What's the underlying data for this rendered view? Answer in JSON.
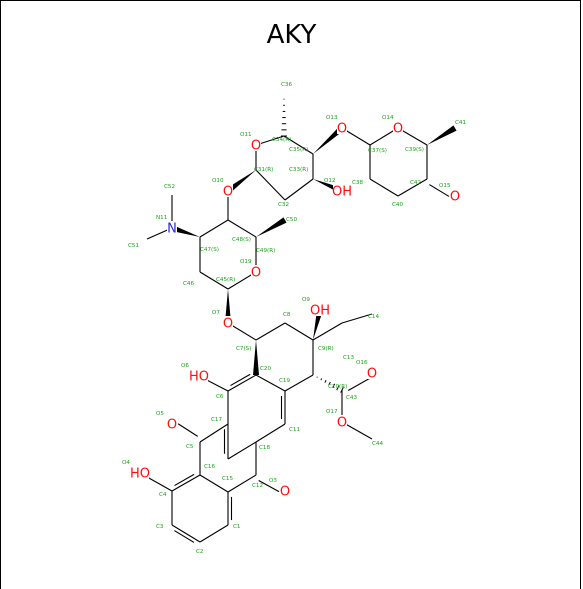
{
  "title": "AKY",
  "atoms": [
    {
      "id": "O13",
      "sym": "O",
      "label": "O13"
    },
    {
      "id": "O14",
      "sym": "O",
      "label": "O14"
    },
    {
      "id": "O11",
      "sym": "O",
      "label": "O11"
    },
    {
      "id": "O10",
      "sym": "O",
      "label": "O10"
    },
    {
      "id": "O12",
      "sym": "O",
      "label": "O12",
      "text": "OH"
    },
    {
      "id": "O15",
      "sym": "O",
      "label": "O15"
    },
    {
      "id": "N11",
      "sym": "N",
      "label": "N11"
    },
    {
      "id": "O19",
      "sym": "O",
      "label": "O19"
    },
    {
      "id": "O7",
      "sym": "O",
      "label": "O7"
    },
    {
      "id": "O9",
      "sym": "O",
      "label": "O9",
      "text": "OH"
    },
    {
      "id": "O6",
      "sym": "O",
      "label": "O6",
      "text": "HO"
    },
    {
      "id": "O16",
      "sym": "O",
      "label": "O16"
    },
    {
      "id": "O17",
      "sym": "O",
      "label": "O17"
    },
    {
      "id": "O5",
      "sym": "O",
      "label": "O5"
    },
    {
      "id": "O4",
      "sym": "O",
      "label": "O4",
      "text": "HO"
    },
    {
      "id": "O3",
      "sym": "O",
      "label": "O3"
    }
  ],
  "carbon_labels": [
    "C36",
    "C34(R)",
    "C35(R)",
    "C31(R)",
    "C33(R)",
    "C32",
    "C37(S)",
    "C38",
    "C39(S)",
    "C41",
    "C42",
    "C40",
    "C52",
    "C51",
    "C47(S)",
    "C48(S)",
    "C49(R)",
    "C50",
    "C46",
    "C45(R)",
    "C8",
    "C7(S)",
    "C9(R)",
    "C14",
    "C13",
    "C20",
    "C19",
    "C10(R)",
    "C43",
    "C44",
    "C6",
    "C17",
    "C11",
    "C18",
    "C5",
    "C16",
    "C15",
    "C12",
    "C4",
    "C3",
    "C2",
    "C1"
  ],
  "colors": {
    "carbon_label": "#17a317",
    "oxygen": "#ff0d0d",
    "nitrogen": "#2828e0",
    "bond": "#000000"
  }
}
